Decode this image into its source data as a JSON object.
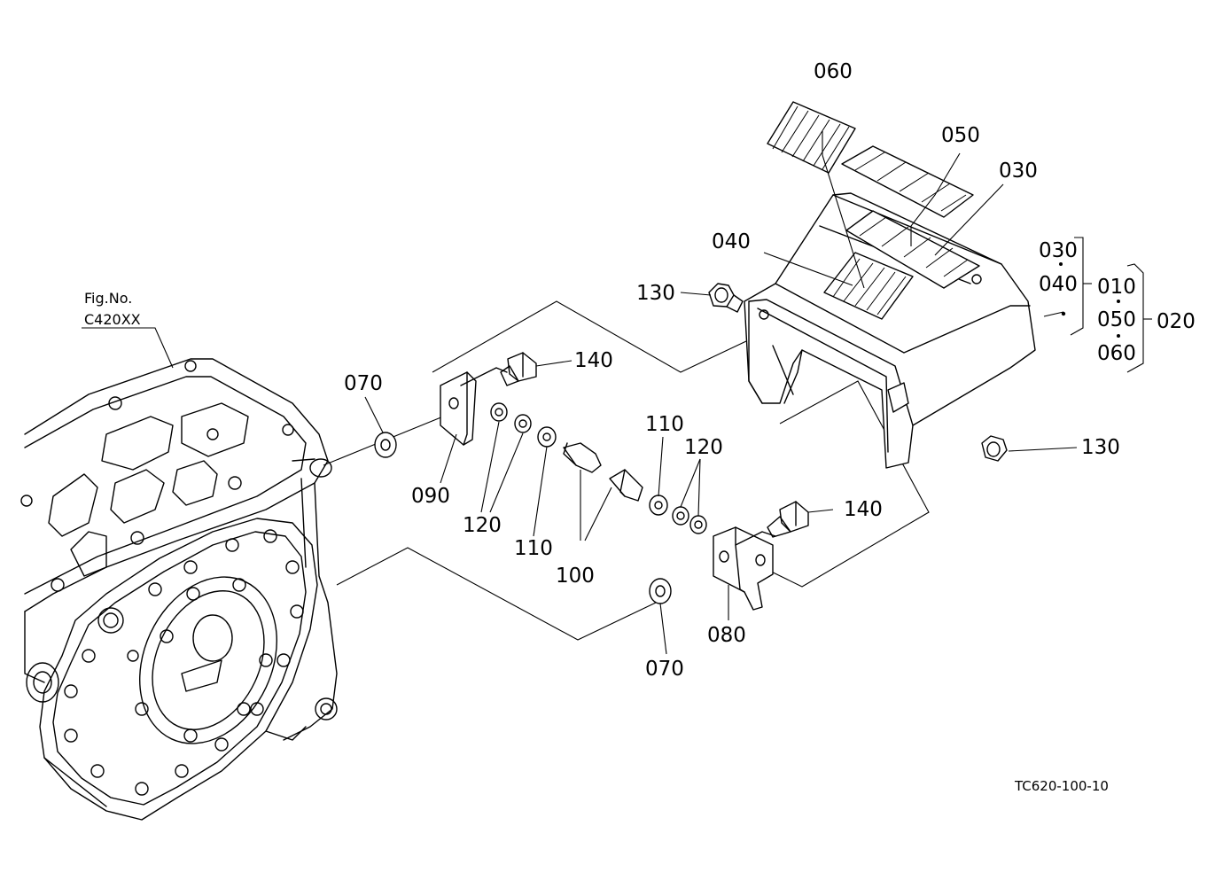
{
  "figure": {
    "fig_label": "Fig.No.",
    "fig_number": "C420XX",
    "drawing_code": "TC620-100-10"
  },
  "callouts": {
    "p060": "060",
    "p050": "050",
    "p030": "030",
    "p040": "040",
    "p130_top": "130",
    "p130_right": "130",
    "p140_top": "140",
    "p140_bottom": "140",
    "p070_top": "070",
    "p070_bottom": "070",
    "p090": "090",
    "p120_left": "120",
    "p120_right": "120",
    "p110_left": "110",
    "p110_right": "110",
    "p100": "100",
    "p080": "080"
  },
  "assembly_group": {
    "a030": "030",
    "a040": "040",
    "a010": "010",
    "a050": "050",
    "a060": "060",
    "a020": "020"
  }
}
